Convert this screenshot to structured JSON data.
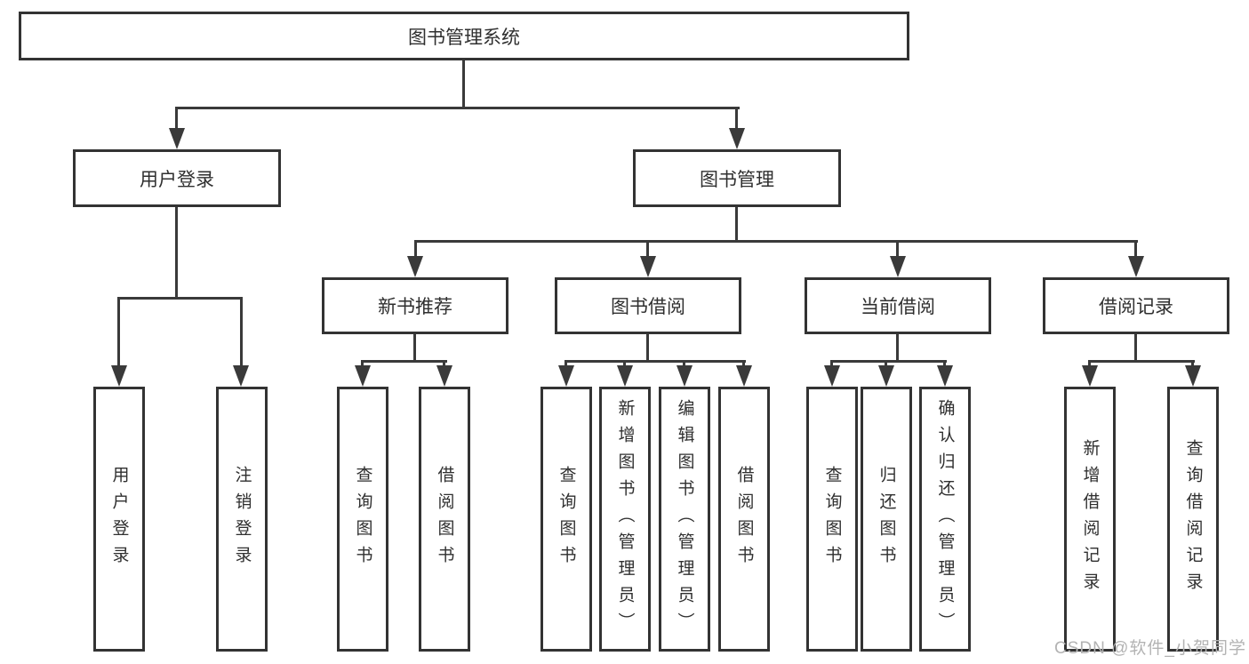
{
  "diagram": {
    "title": "图书管理系统",
    "root": "图书管理系统",
    "level2": [
      "用户登录",
      "图书管理"
    ],
    "level3": [
      "新书推荐",
      "图书借阅",
      "当前借阅",
      "借阅记录"
    ],
    "leaves": {
      "user_login": [
        "用户登录",
        "注销登录"
      ],
      "new_book_recommend": [
        "查询图书",
        "借阅图书"
      ],
      "book_borrow": [
        "查询图书",
        "新增图书（管理员）",
        "编辑图书（管理员）",
        "借阅图书"
      ],
      "current_borrow": [
        "查询图书",
        "归还图书",
        "确认归还（管理员）"
      ],
      "borrow_records": [
        "新增借阅记录",
        "查询借阅记录"
      ]
    }
  },
  "watermark": "CSDN @软件_小贺同学",
  "colors": {
    "line": "#3a3a3a",
    "box_border": "#333333",
    "text": "#2f2f2f",
    "watermark": "#b3b3b3",
    "background": "#ffffff"
  }
}
